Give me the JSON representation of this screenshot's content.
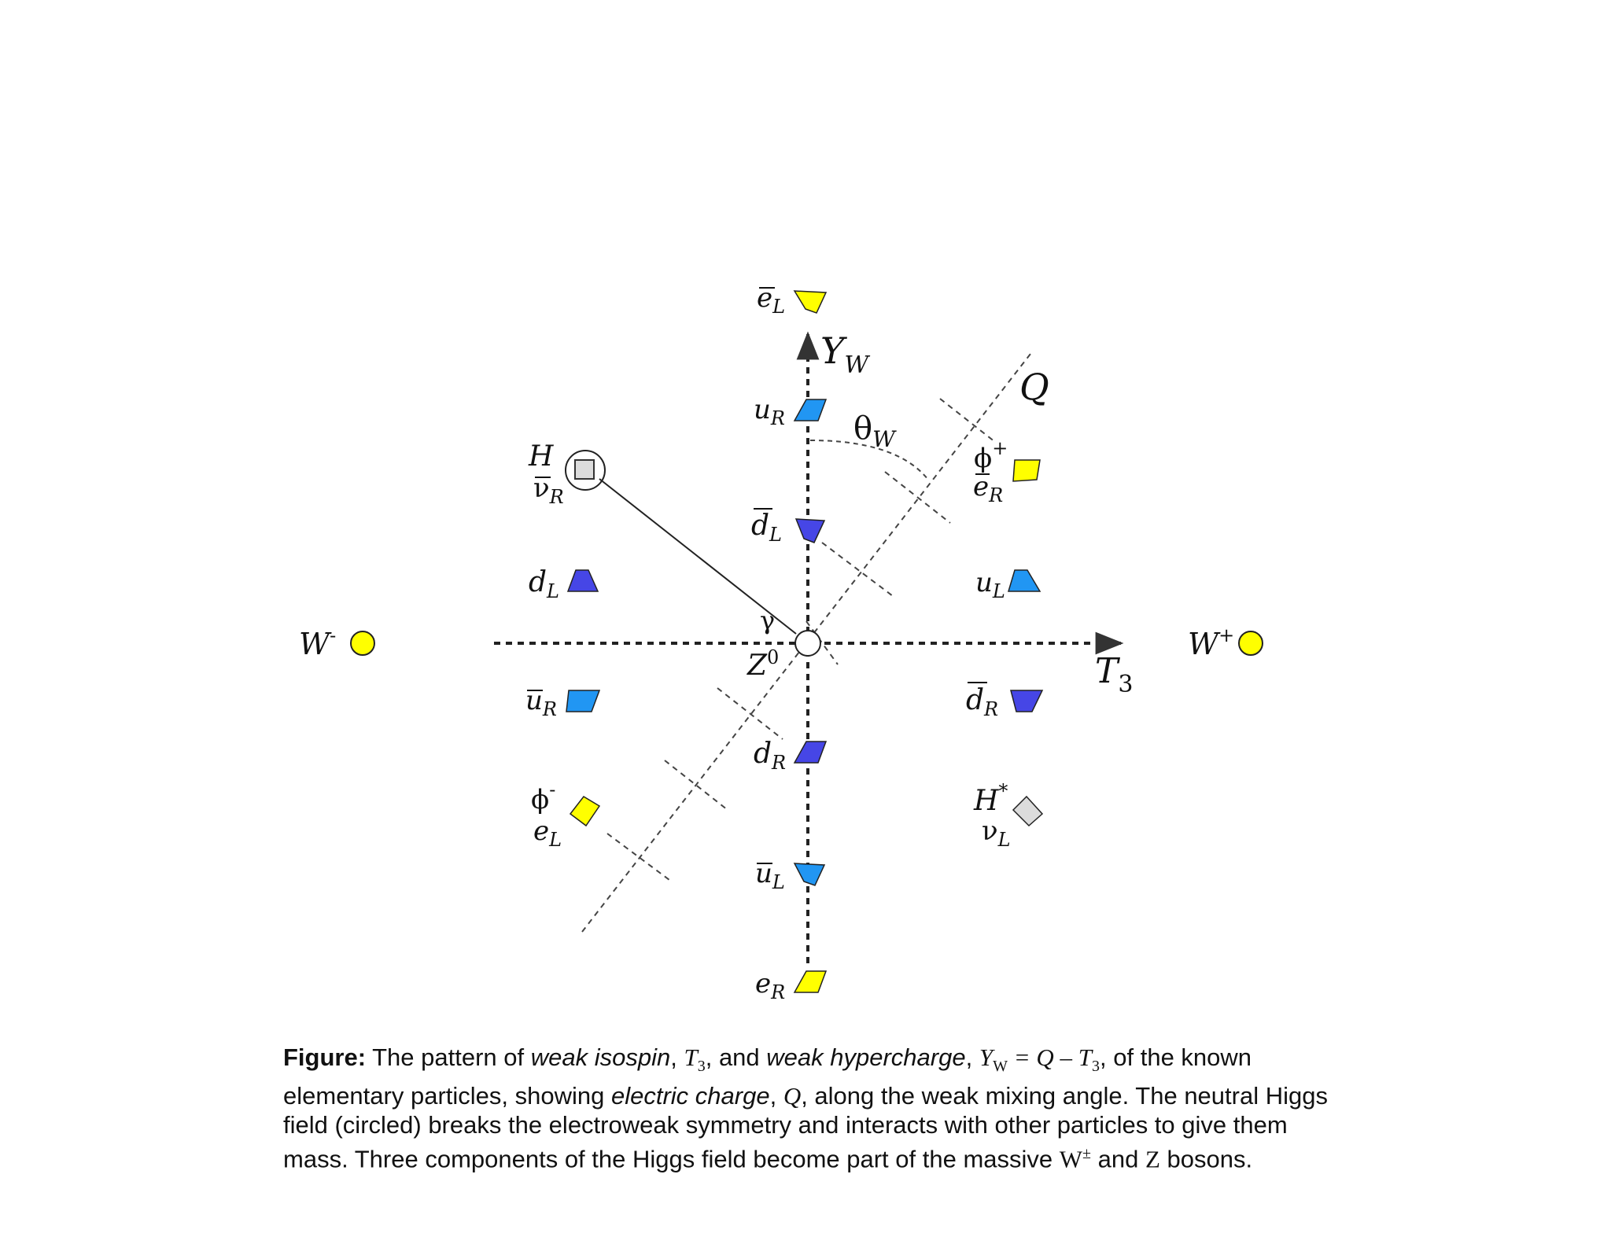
{
  "diagram": {
    "axes": {
      "y": {
        "main": "Y",
        "sub": "W"
      },
      "x": {
        "main": "T",
        "sub": "3"
      },
      "q": {
        "main": "Q"
      },
      "angle": {
        "main": "θ",
        "sub": "W"
      }
    },
    "bosons": {
      "w_minus": {
        "main": "W",
        "sup": "-"
      },
      "w_plus": {
        "main": "W",
        "sup": "+"
      },
      "gamma": "γ",
      "z0": {
        "main": "Z",
        "sup": "0"
      }
    },
    "higgs": {
      "h": "H",
      "nubar_r": {
        "main": "ν",
        "sub": "R"
      },
      "phi_plus": {
        "main": "ϕ",
        "sup": "+"
      },
      "phi_minus": {
        "main": "ϕ",
        "sup": "-"
      },
      "h_star": {
        "main": "H",
        "sup": "*"
      }
    },
    "particles": {
      "ebar_l": {
        "main": "e",
        "sub": "L"
      },
      "u_r": {
        "main": "u",
        "sub": "R"
      },
      "ebar_r": {
        "main": "e",
        "sub": "R"
      },
      "dbar_l": {
        "main": "d",
        "sub": "L"
      },
      "d_l": {
        "main": "d",
        "sub": "L"
      },
      "u_l": {
        "main": "u",
        "sub": "L"
      },
      "ubar_r": {
        "main": "u",
        "sub": "R"
      },
      "dbar_r": {
        "main": "d",
        "sub": "R"
      },
      "d_r": {
        "main": "d",
        "sub": "R"
      },
      "e_l": {
        "main": "e",
        "sub": "L"
      },
      "nu_l": {
        "main": "ν",
        "sub": "L"
      },
      "ubar_l": {
        "main": "u",
        "sub": "L"
      },
      "e_r": {
        "main": "e",
        "sub": "R"
      }
    },
    "colors": {
      "yellow": "#ffff00",
      "light_blue": "#2196f3",
      "violet_blue": "#4646e6",
      "gray": "#dcdcdc"
    }
  },
  "caption": {
    "bold": "Figure:",
    "t1": " The pattern of ",
    "i1": "weak isospin",
    "t2": ", ",
    "m1": "T",
    "m1_sub": "3",
    "t3": ", and ",
    "i2": "weak hypercharge",
    "t4": ", ",
    "m2": "Y",
    "m2_sub": "W",
    "m3": " = Q – T",
    "m3_sub": "3",
    "t5": ", of the known elementary particles, showing ",
    "i3": "electric charge",
    "t6": ", ",
    "m4": "Q",
    "t7": ", along the weak mixing angle. The neutral Higgs field (circled) breaks the electroweak symmetry and interacts with other particles to give them mass. Three components of the Higgs field become part of the massive ",
    "m5": "W",
    "m5_sup": "±",
    "t8": " and ",
    "m6": "Z",
    "t9": " bosons."
  }
}
